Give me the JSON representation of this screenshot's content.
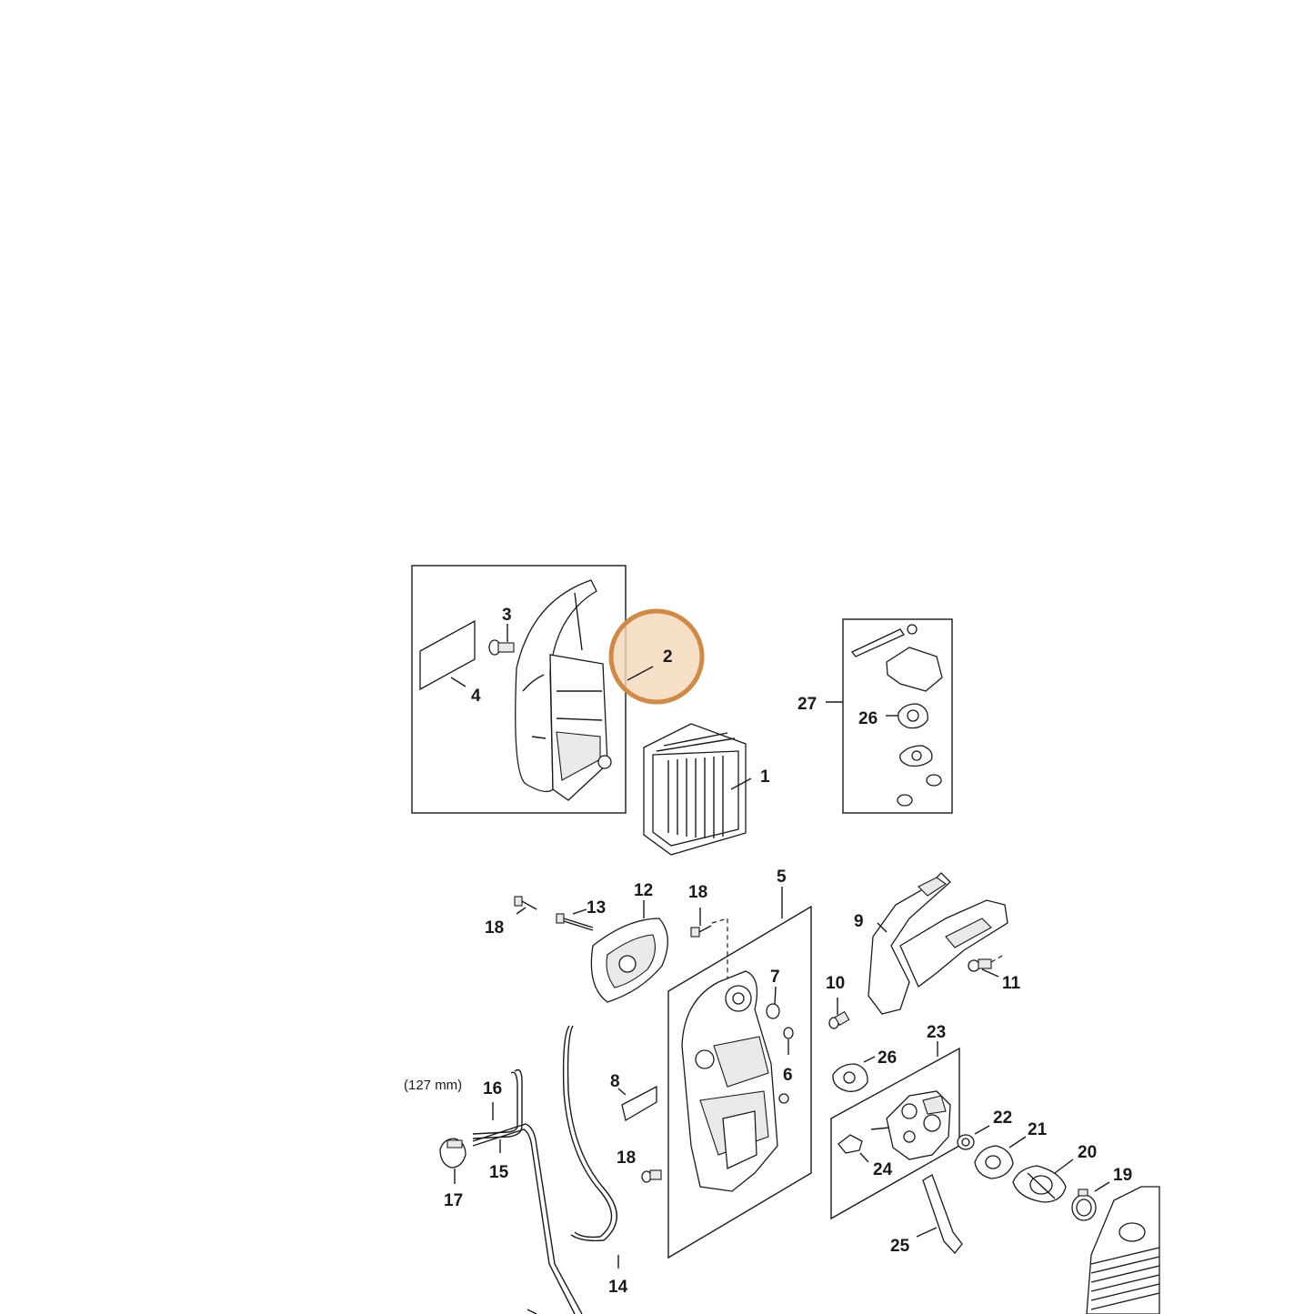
{
  "labels": {
    "p1": "1",
    "p2": "2",
    "p3": "3",
    "p4": "4",
    "p5": "5",
    "p6": "6",
    "p7": "7",
    "p8": "8",
    "p9": "9",
    "p10": "10",
    "p11": "11",
    "p12": "12",
    "p13": "13",
    "p14": "14",
    "p15": "15",
    "p16": "16",
    "p17": "17",
    "p18a": "18",
    "p18b": "18",
    "p18c": "18",
    "p19": "19",
    "p20": "20",
    "p21": "21",
    "p22": "22",
    "p23": "23",
    "p24": "24",
    "p25": "25",
    "p26a": "26",
    "p26b": "26",
    "p27": "27"
  },
  "notes": {
    "hose_length": "(127 mm)"
  },
  "highlight": {
    "part": "2",
    "color": "#d08a45",
    "fill": "#f3d7b8"
  }
}
